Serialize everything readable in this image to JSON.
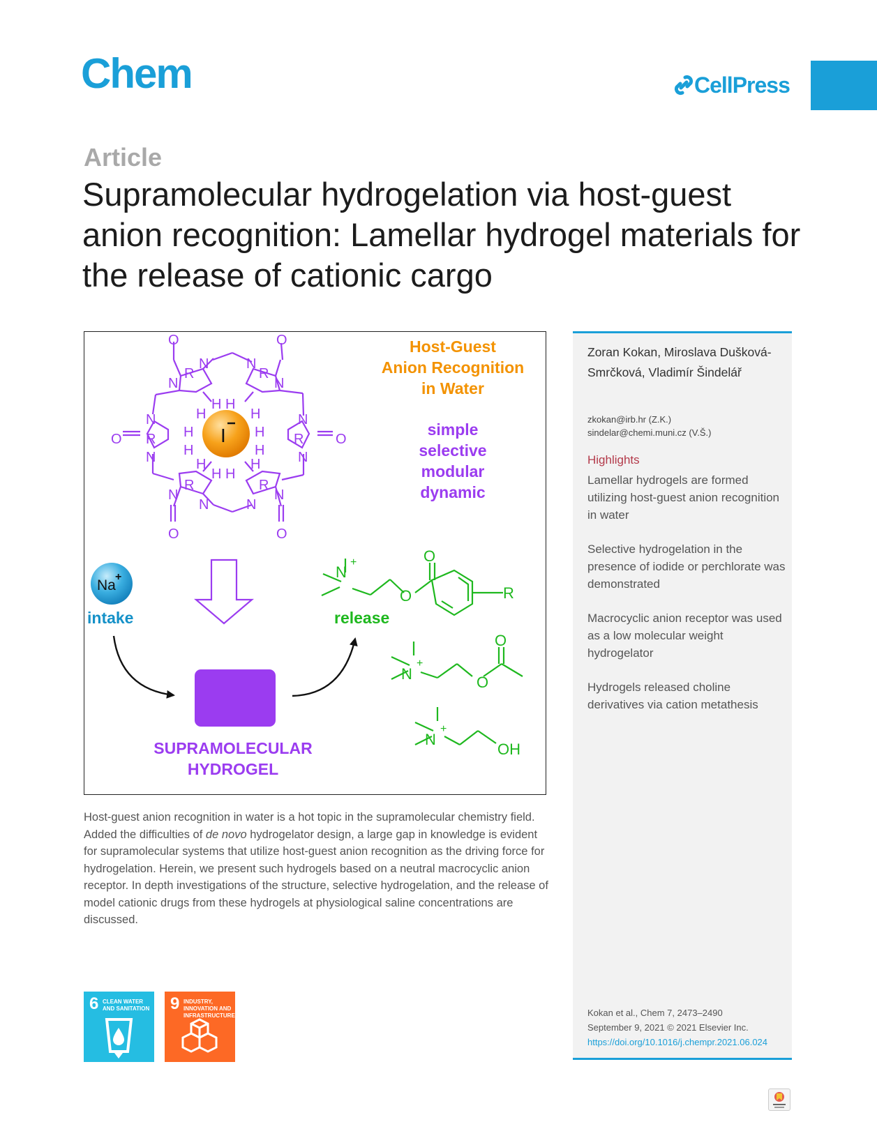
{
  "header": {
    "journal": "Chem",
    "publisher": "CellPress"
  },
  "article": {
    "type": "Article",
    "title": "Supramolecular hydrogelation via host-guest anion recognition: Lamellar hydrogel materials for the release of cationic cargo"
  },
  "figure": {
    "header_lines": [
      "Host-Guest",
      "Anion Recognition",
      "in Water"
    ],
    "properties": [
      "simple",
      "selective",
      "modular",
      "dynamic"
    ],
    "iodide_label": "I",
    "sodium_label": "Na",
    "intake_label": "intake",
    "release_label": "release",
    "hydrogel_lines": [
      "SUPRAMOLECULAR",
      "HYDROGEL"
    ],
    "r_label": "R",
    "oh_label": "OH",
    "colors": {
      "orange": "#f39200",
      "purple": "#9b3cf0",
      "green": "#1eb81e",
      "teal": "#1591c8"
    }
  },
  "abstract": {
    "part1": "Host-guest anion recognition in water is a hot topic in the supramolecular chemistry field. Added the difficulties of ",
    "italic": "de novo",
    "part2": " hydrogelator design, a large gap in knowledge is evident for supramolecular systems that utilize host-guest anion recognition as the driving force for hydrogelation. Herein, we present such hydrogels based on a neutral macrocyclic anion receptor. In depth investigations of the structure, selective hydrogelation, and the release of model cationic drugs from these hydrogels at physiological saline concentrations are discussed."
  },
  "sidebar": {
    "authors": "Zoran Kokan, Miroslava Dušková-Smrčková, Vladimír Šindelář",
    "emails": [
      "zkokan@irb.hr (Z.K.)",
      "sindelar@chemi.muni.cz (V.Š.)"
    ],
    "highlights_title": "Highlights",
    "highlights": [
      "Lamellar hydrogels are formed utilizing host-guest anion recognition in water",
      "Selective hydrogelation in the presence of iodide or perchlorate was demonstrated",
      "Macrocyclic anion receptor was used as a low molecular weight hydrogelator",
      "Hydrogels released choline derivatives via cation metathesis"
    ],
    "citation": [
      "Kokan et al., Chem 7, 2473–2490",
      "September 9, 2021 © 2021 Elsevier Inc."
    ],
    "doi": "https://doi.org/10.1016/j.chempr.2021.06.024"
  },
  "sdg": [
    {
      "number": "6",
      "label": "CLEAN WATER AND SANITATION",
      "color": "#25bde2"
    },
    {
      "number": "9",
      "label": "INDUSTRY, INNOVATION AND INFRASTRUCTURE",
      "color": "#fd6925"
    }
  ],
  "badge": {
    "text": "Check for updates",
    "icon": "check-for-updates-icon"
  }
}
